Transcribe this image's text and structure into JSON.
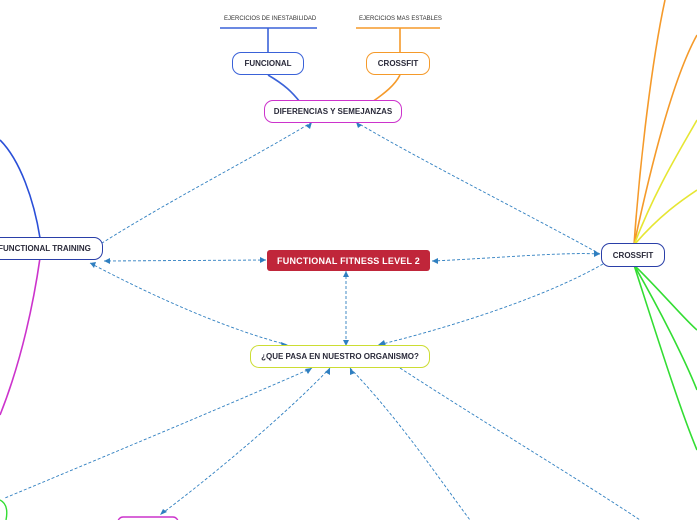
{
  "central": {
    "label": "FUNCTIONAL FITNESS LEVEL 2",
    "color": "#c0263a"
  },
  "topics": {
    "differences": {
      "label": "DIFERENCIAS Y SEMEJANZAS",
      "color": "#cc33cc"
    },
    "functional_training": {
      "label": "FUNCTIONAL TRAINING",
      "color": "#2a3fa8"
    },
    "crossfit_main": {
      "label": "CROSSFIT",
      "color": "#2a3fa8"
    },
    "organism": {
      "label": "¿QUE PASA EN NUESTRO ORGANISMO?",
      "color": "#ccdd33"
    }
  },
  "subtopics": {
    "funcional": {
      "label": "FUNCIONAL",
      "color": "#3a62d8"
    },
    "crossfit": {
      "label": "CROSSFIT",
      "color": "#f59a2a"
    }
  },
  "leaves": {
    "inestabilidad": {
      "label": "EJERCICIOS DE INESTABILIDAD",
      "color": "#3a62d8"
    },
    "estables": {
      "label": "EJERCICIOS MAS ESTABLES",
      "color": "#f59a2a"
    }
  },
  "connector_color": "#2f7fc0"
}
